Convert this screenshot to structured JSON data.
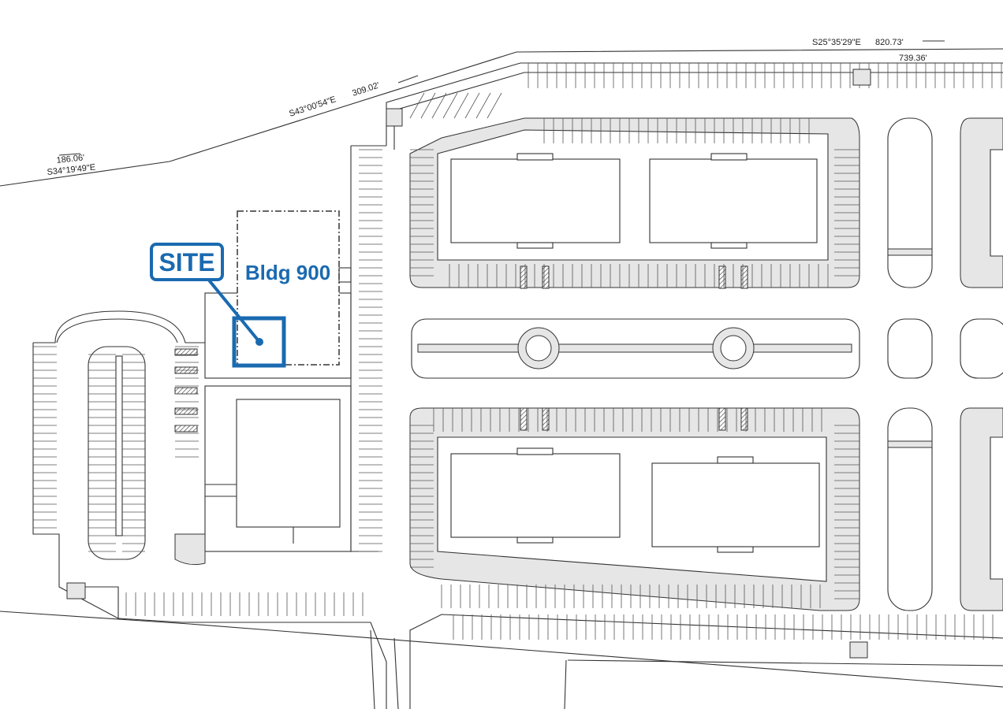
{
  "map": {
    "building_label": "Bldg 900",
    "site_label": "SITE",
    "accent_color": "#1a6ab0",
    "boundary": [
      {
        "bearing": "S25°35'29\"E",
        "distance": "820.73'"
      },
      {
        "inner_distance": "739.36'"
      },
      {
        "bearing": "S43°00'54\"E",
        "distance": "309.02'"
      },
      {
        "bearing": "S34°19'49\"E",
        "distance": "186.06'"
      }
    ]
  }
}
